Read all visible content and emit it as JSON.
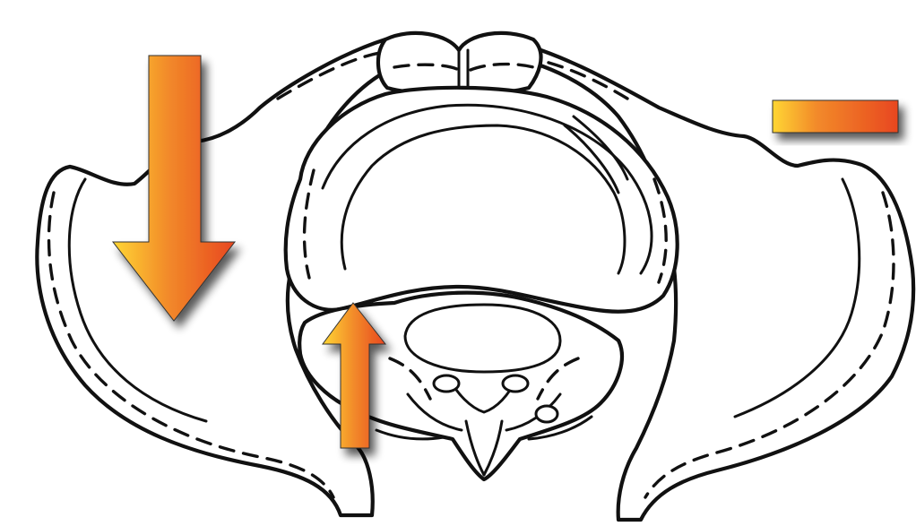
{
  "figure": {
    "subject": "pelvis-illustration"
  },
  "arrows": [
    {
      "id": "large-down-arrow",
      "direction": "down"
    },
    {
      "id": "small-up-arrow",
      "direction": "up"
    },
    {
      "id": "horizontal-bar",
      "direction": "none"
    }
  ],
  "colors": {
    "arrow_start": "#ffd633",
    "arrow_mid": "#f28a2a",
    "arrow_end": "#e8471f",
    "outline": "#111111",
    "background": "#ffffff",
    "shadow": "#555555"
  }
}
